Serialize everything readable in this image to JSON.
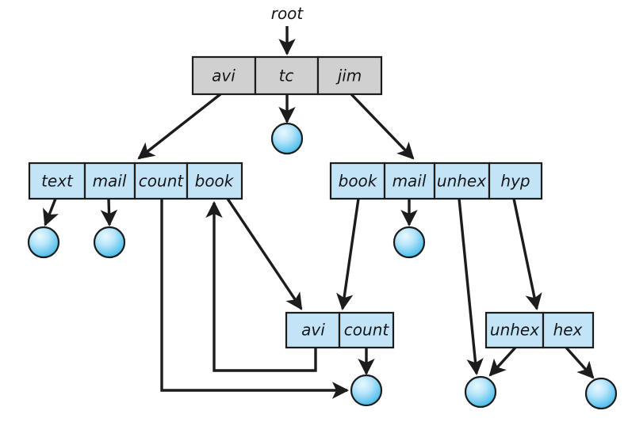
{
  "diagram": {
    "title_label": "root",
    "colors": {
      "root_node_fill": "#d0d0d0",
      "inner_node_fill": "#c3e4f7",
      "leaf_fill_light": "#bfe9fb",
      "leaf_fill_dark": "#39b7e8",
      "stroke": "#1c1c1c",
      "background": "#ffffff"
    },
    "nodes": [
      {
        "id": "root-node",
        "type": "directory-node",
        "fill": "gray",
        "cells": [
          "avi",
          "tc",
          "jim"
        ]
      },
      {
        "id": "avi-dir-node",
        "type": "directory-node",
        "fill": "blue",
        "cells": [
          "text",
          "mail",
          "count",
          "book"
        ]
      },
      {
        "id": "jim-dir-node",
        "type": "directory-node",
        "fill": "blue",
        "cells": [
          "book",
          "mail",
          "unhex",
          "hyp"
        ]
      },
      {
        "id": "subdir-avi-count-node",
        "type": "directory-node",
        "fill": "blue",
        "cells": [
          "avi",
          "count"
        ]
      },
      {
        "id": "subdir-unhex-hex-node",
        "type": "directory-node",
        "fill": "blue",
        "cells": [
          "unhex",
          "hex"
        ]
      }
    ],
    "leaves": [
      {
        "id": "leaf-tc",
        "label": ""
      },
      {
        "id": "leaf-text",
        "label": ""
      },
      {
        "id": "leaf-mail-left",
        "label": ""
      },
      {
        "id": "leaf-mail-right",
        "label": ""
      },
      {
        "id": "leaf-count-shared",
        "label": ""
      },
      {
        "id": "leaf-unhex-shared",
        "label": ""
      },
      {
        "id": "leaf-hex",
        "label": ""
      }
    ],
    "edges": [
      {
        "from": "root-pointer",
        "to": "root-node",
        "kind": "arrow"
      },
      {
        "from": "root-node.avi",
        "to": "avi-dir-node",
        "kind": "arrow"
      },
      {
        "from": "root-node.tc",
        "to": "leaf-tc",
        "kind": "arrow"
      },
      {
        "from": "root-node.jim",
        "to": "jim-dir-node",
        "kind": "arrow"
      },
      {
        "from": "avi-dir-node.text",
        "to": "leaf-text",
        "kind": "arrow"
      },
      {
        "from": "avi-dir-node.mail",
        "to": "leaf-mail-left",
        "kind": "arrow"
      },
      {
        "from": "avi-dir-node.count",
        "to": "leaf-count-shared",
        "kind": "elbow-arrow"
      },
      {
        "from": "avi-dir-node.book",
        "to": "subdir-avi-count-node",
        "kind": "arrow"
      },
      {
        "from": "jim-dir-node.book",
        "to": "subdir-avi-count-node",
        "kind": "arrow"
      },
      {
        "from": "jim-dir-node.mail",
        "to": "leaf-mail-right",
        "kind": "arrow"
      },
      {
        "from": "jim-dir-node.unhex",
        "to": "leaf-unhex-shared",
        "kind": "arrow"
      },
      {
        "from": "jim-dir-node.hyp",
        "to": "subdir-unhex-hex-node",
        "kind": "arrow"
      },
      {
        "from": "subdir-avi-count-node.avi",
        "to": "avi-dir-node.book",
        "kind": "elbow-arrow"
      },
      {
        "from": "subdir-avi-count-node.count",
        "to": "leaf-count-shared",
        "kind": "arrow"
      },
      {
        "from": "subdir-unhex-hex-node.unhex",
        "to": "leaf-unhex-shared",
        "kind": "arrow"
      },
      {
        "from": "subdir-unhex-hex-node.hex",
        "to": "leaf-hex",
        "kind": "arrow"
      }
    ]
  }
}
